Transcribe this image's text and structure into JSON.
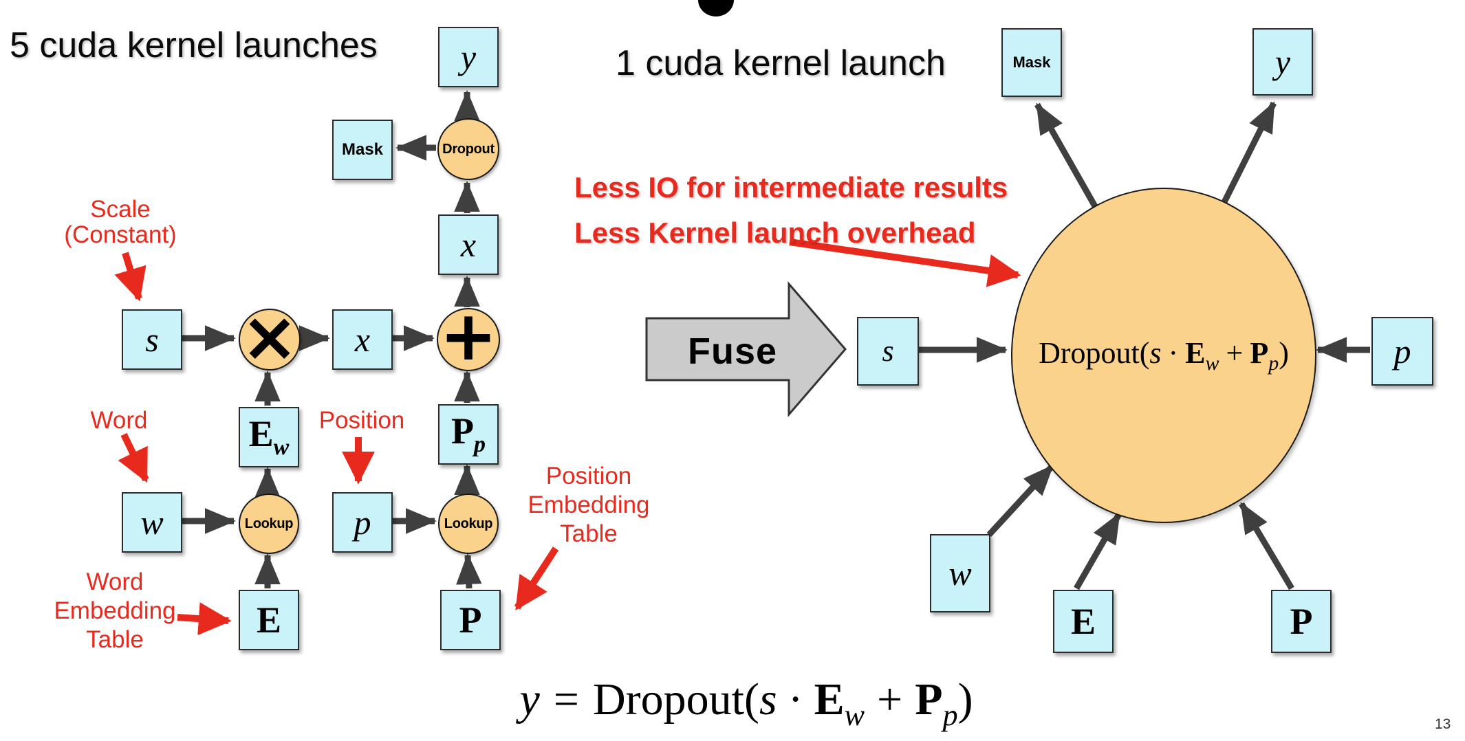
{
  "page_number": "13",
  "titles": {
    "left": "5 cuda kernel launches",
    "right": "1 cuda kernel launch"
  },
  "notes": {
    "line1": "Less IO for intermediate results",
    "line2": "Less Kernel launch overhead"
  },
  "fuse_label": "Fuse",
  "colors": {
    "box_fill": "#C9F3F8",
    "node_fill": "#FBD28C",
    "arrow": "#3F3F3F",
    "annotation_red": "#E8291D",
    "fuse_fill": "#CBCBCB"
  },
  "left": {
    "box_y": "y",
    "box_mask": "Mask",
    "box_x_top": "x",
    "box_s": "s",
    "box_x_mid": "x",
    "ew_main": "E",
    "ew_sub": "w",
    "pp_main": "P",
    "pp_sub": "p",
    "box_w": "w",
    "box_p": "p",
    "box_e": "E",
    "box_pt": "P",
    "node_dropout": "Dropout",
    "node_times": "×",
    "node_plus": "+",
    "node_lookup1": "Lookup",
    "node_lookup2": "Lookup",
    "labels": {
      "scale1": "Scale",
      "scale2": "(Constant)",
      "word": "Word",
      "position": "Position",
      "we1": "Word",
      "we2": "Embedding",
      "we3": "Table",
      "pe1": "Position",
      "pe2": "Embedding",
      "pe3": "Table"
    }
  },
  "right": {
    "box_mask": "Mask",
    "box_y": "y",
    "box_s": "s",
    "box_p": "p",
    "box_w": "w",
    "box_e": "E",
    "box_pt": "P",
    "circle": {
      "f": "Dropout(",
      "s": "s",
      "dot": "·",
      "E": "E",
      "Esub": "w",
      "plus": "+",
      "P": "P",
      "Psub": "p",
      "close": ")"
    }
  },
  "equation": {
    "y": "y",
    "eq": "=",
    "f": "Dropout(",
    "s": "s",
    "dot": "·",
    "E": "E",
    "Esub": "w",
    "plus": "+",
    "P": "P",
    "Psub": "p",
    "close": ")"
  }
}
